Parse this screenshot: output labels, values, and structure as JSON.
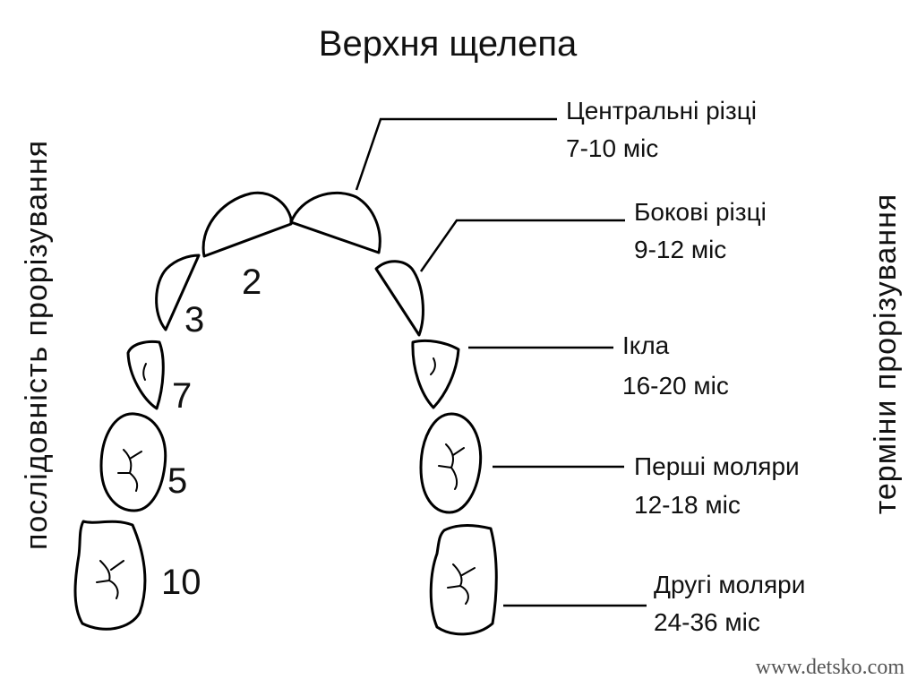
{
  "title": "Верхня щелепа",
  "left_axis_label": "послідовність прорізування",
  "right_axis_label": "терміни прорізування",
  "watermark": "www.detsko.com",
  "order_numbers": [
    "2",
    "3",
    "7",
    "5",
    "10"
  ],
  "labels": [
    {
      "name": "Центральні різці",
      "period": "7-10 міс"
    },
    {
      "name": "Бокові різці",
      "period": "9-12 міс"
    },
    {
      "name": "Ікла",
      "period": "16-20 міс"
    },
    {
      "name": "Перші моляри",
      "period": "12-18 міс"
    },
    {
      "name": "Другі моляри",
      "period": "24-36 міс"
    }
  ]
}
